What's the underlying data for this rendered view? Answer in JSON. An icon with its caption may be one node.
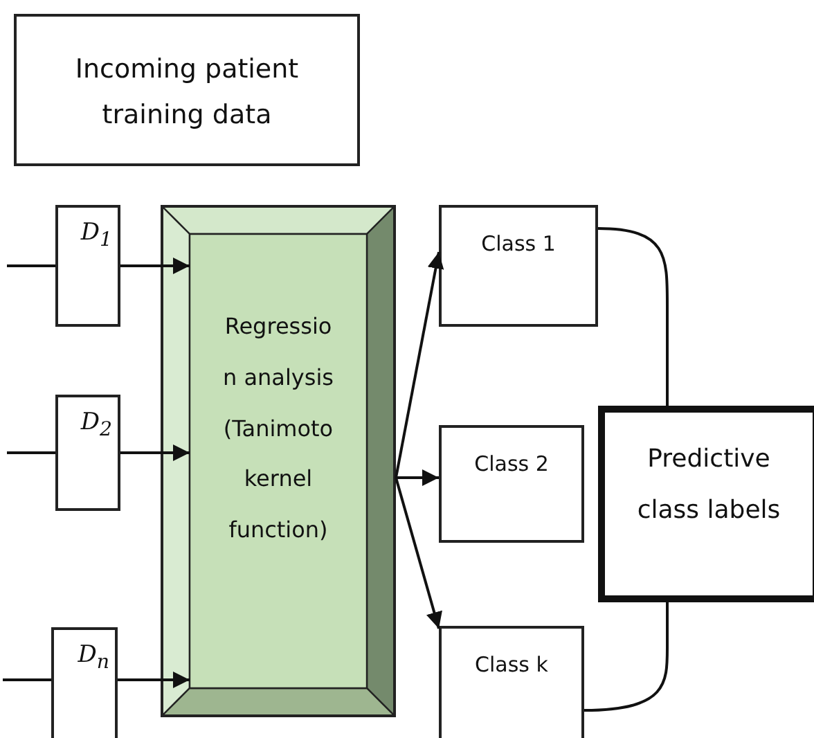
{
  "diagram": {
    "nodes": [
      {
        "text": [
          "Incoming patient training data"
        ]
      },
      {
        "text": [
          "D$_{1}$"
        ]
      },
      {
        "text": [
          "D$_{2}$"
        ]
      },
      {
        "text": [
          "D$_{n}$"
        ]
      },
      {
        "text": [
          "Regressio n analysis (Tanimoto kernel function)"
        ]
      },
      {
        "text": [
          "Class 1"
        ]
      },
      {
        "text": [
          "Class 2"
        ]
      },
      {
        "text": [
          "Class k"
        ]
      },
      {
        "text": [
          "Predictive class labels"
        ]
      }
    ],
    "edges": [
      {
        "from": null,
        "to": 1,
        "arrow": "none"
      },
      {
        "from": null,
        "to": 2,
        "arrow": "none"
      },
      {
        "from": null,
        "to": 3,
        "arrow": "none"
      },
      {
        "from": 1,
        "to": 4,
        "arrow": "to"
      },
      {
        "from": 2,
        "to": 4,
        "arrow": "to"
      },
      {
        "from": 3,
        "to": 4,
        "arrow": "to"
      },
      {
        "from": 4,
        "to": 5,
        "arrow": "to"
      },
      {
        "from": 4,
        "to": 6,
        "arrow": "to"
      },
      {
        "from": 4,
        "to": 7,
        "arrow": "to"
      },
      {
        "from": 5,
        "to": 8,
        "arrow": "none"
      },
      {
        "from": 7,
        "to": 8,
        "arrow": "none"
      }
    ]
  }
}
